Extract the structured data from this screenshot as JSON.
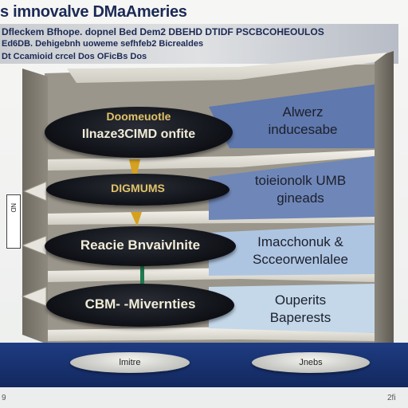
{
  "header": {
    "title": "s imnovalve DMaAmeries",
    "lines": [
      "Dfleckem Bfhope. dopnel Bed Dem2 DBEHD DTIDF PSCBCOHEOULOS",
      "Ed6DB. Dehigebnh uoweme sefhfeb2 Bicrealdes",
      "Dt Ccamioid crcel Dos OFicBs Dos"
    ]
  },
  "steps": [
    {
      "label_lines": [
        "Doomeuotle",
        "Ilnaze3CIMD onfite"
      ]
    },
    {
      "label_lines": [
        "DIGMUMS"
      ]
    },
    {
      "label_lines": [
        "Reacie Bnvaivlnite"
      ]
    },
    {
      "label_lines": [
        "CBM- -Mivernties"
      ]
    }
  ],
  "panels": [
    {
      "lines": [
        "Alwerz",
        "inducesabe"
      ]
    },
    {
      "lines": [
        "toieionolk UMB",
        "gineads"
      ]
    },
    {
      "lines": [
        "Imacchonuk  &",
        "Scceorwenlalee"
      ]
    },
    {
      "lines": [
        "Ouperits",
        "Baperests"
      ]
    }
  ],
  "bases": [
    {
      "label": "lmitre"
    },
    {
      "label": "Jnebs"
    }
  ],
  "sidebar": {
    "label": "ND"
  },
  "footer": {
    "left": "9",
    "right": "2fi"
  },
  "colors": {
    "panel_dark": "#5f78ad",
    "panel_mid": "#8aa3cc",
    "panel_light": "#c4d8ea",
    "arrow": "#d6a11f",
    "arrow_green": "#1e7a4f"
  }
}
